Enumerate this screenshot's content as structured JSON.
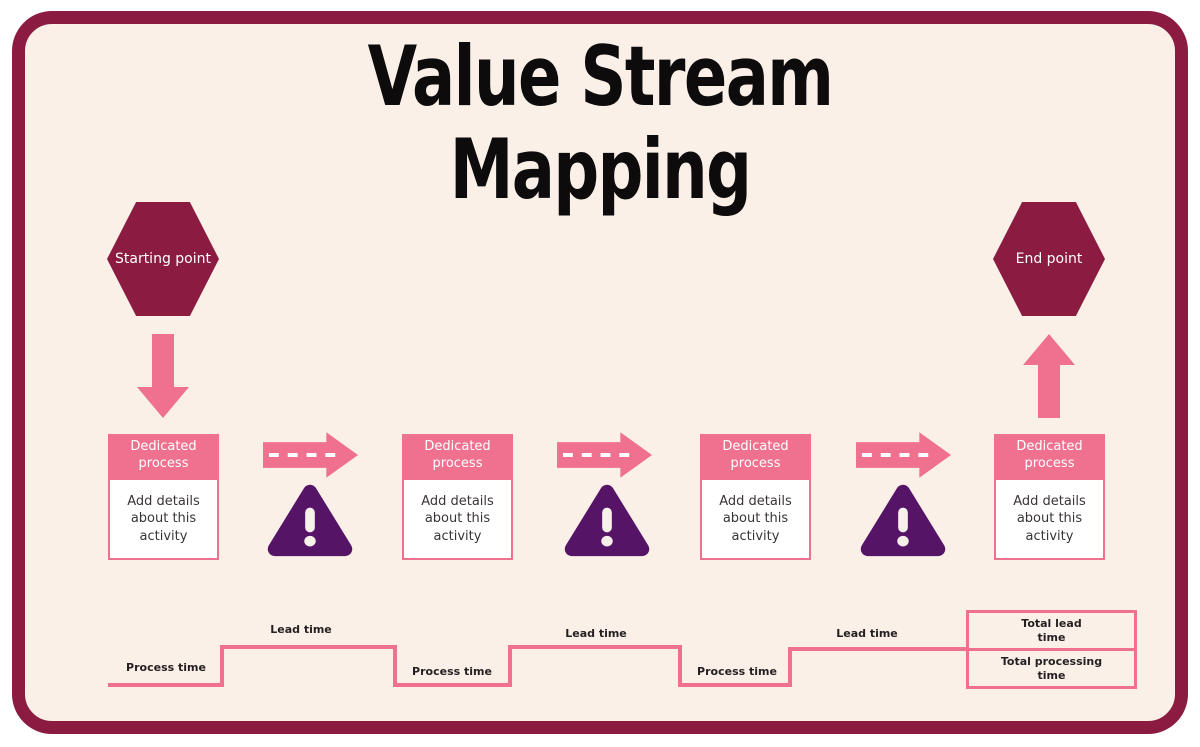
{
  "palette": {
    "maroon": "#8C1B41",
    "pink": "#F0718F",
    "purple": "#551465",
    "cream_background": "#FAF0E8",
    "dark_text": "#241F21",
    "white": "#FFFFFF"
  },
  "title": {
    "line1": "Value Stream",
    "line2": "Mapping"
  },
  "endpoints": {
    "start_label": "Starting point",
    "end_label": "End point"
  },
  "process_boxes": [
    {
      "header": "Dedicated process",
      "body": "Add details about this activity"
    },
    {
      "header": "Dedicated process",
      "body": "Add details about this activity"
    },
    {
      "header": "Dedicated process",
      "body": "Add details about this activity"
    },
    {
      "header": "Dedicated process",
      "body": "Add details about this activity"
    }
  ],
  "timeline": {
    "lead_labels": [
      "Lead time",
      "Lead time",
      "Lead time"
    ],
    "process_labels": [
      "Process time",
      "Process time",
      "Process time"
    ],
    "totals": {
      "lead": "Total lead time",
      "processing": "Total processing time"
    }
  }
}
